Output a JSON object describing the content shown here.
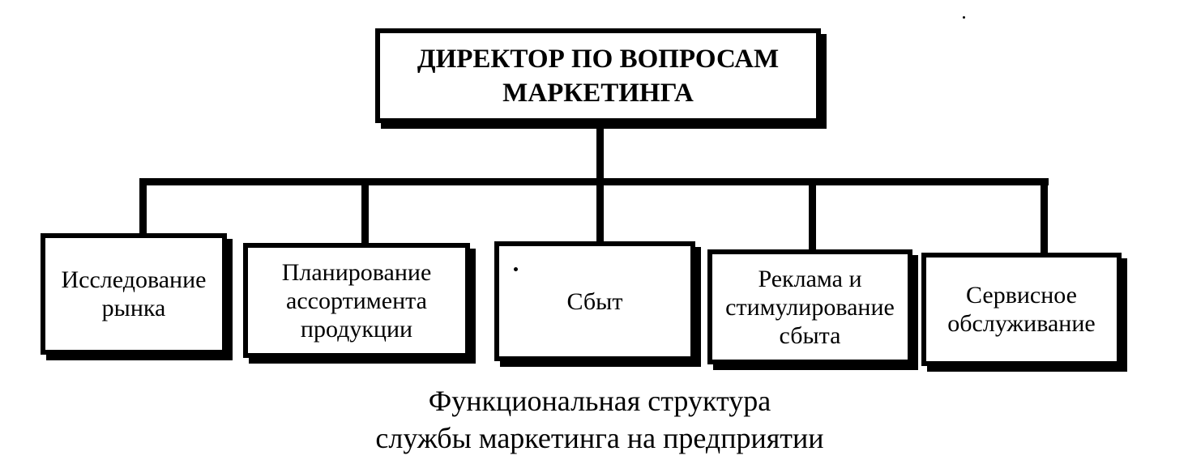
{
  "diagram": {
    "root": {
      "label": "ДИРЕКТОР ПО ВОПРОСАМ\nМАРКЕТИНГА"
    },
    "children": [
      {
        "label": "Исследование\nрынка"
      },
      {
        "label": "Планирование\nассортимента\nпродукции"
      },
      {
        "label": "Сбыт"
      },
      {
        "label": "Реклама и\nстимулирование\nсбыта"
      },
      {
        "label": "Сервисное\nобслуживание"
      }
    ],
    "caption": "Функциональная структура\nслужбы маркетинга на предприятии"
  }
}
